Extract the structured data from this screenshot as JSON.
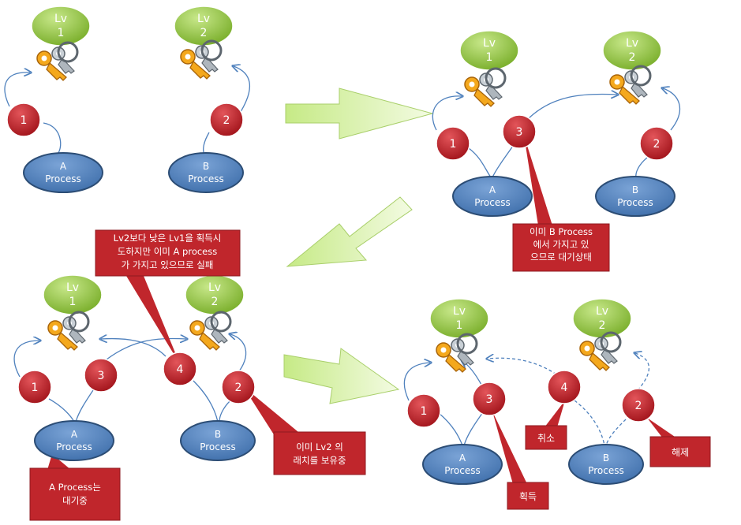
{
  "lock_labels": {
    "lv1_line1": "Lv",
    "lv1_line2": "1",
    "lv2_line1": "Lv",
    "lv2_line2": "2"
  },
  "process_labels": {
    "a": [
      "A",
      "Process"
    ],
    "b": [
      "B",
      "Process"
    ]
  },
  "step_numbers": [
    "1",
    "2",
    "3",
    "4"
  ],
  "callouts": {
    "panel2_wait": [
      "이미 B Process",
      "에서 가지고 있",
      "으므로 대기상태"
    ],
    "panel3_fail": [
      "Lv2보다 낮은 Lv1을 획득시",
      "도하지만 이미 A process",
      "가 가지고 있으므로 실패"
    ],
    "panel3_hold": [
      "이미 Lv2 의",
      "래치를 보유중"
    ],
    "panel3_wait": [
      "A Process는",
      "대기중"
    ],
    "panel4_cancel": [
      "취소"
    ],
    "panel4_release": [
      "해제"
    ],
    "panel4_acquire": [
      "획득"
    ]
  },
  "icons": {
    "key": "key-icon",
    "arrow": "big-arrow"
  },
  "colors": {
    "lock_green": "#8cc63f",
    "process_blue": "#4f81bd",
    "process_border": "#2c4d75",
    "step_red": "#c0262c",
    "callout_red": "#c0262c",
    "connector": "#4f81bd",
    "arrow_fill": "#d9f2a6",
    "key_gold": "#f4a81d",
    "key_silver": "#9aa3ab"
  }
}
